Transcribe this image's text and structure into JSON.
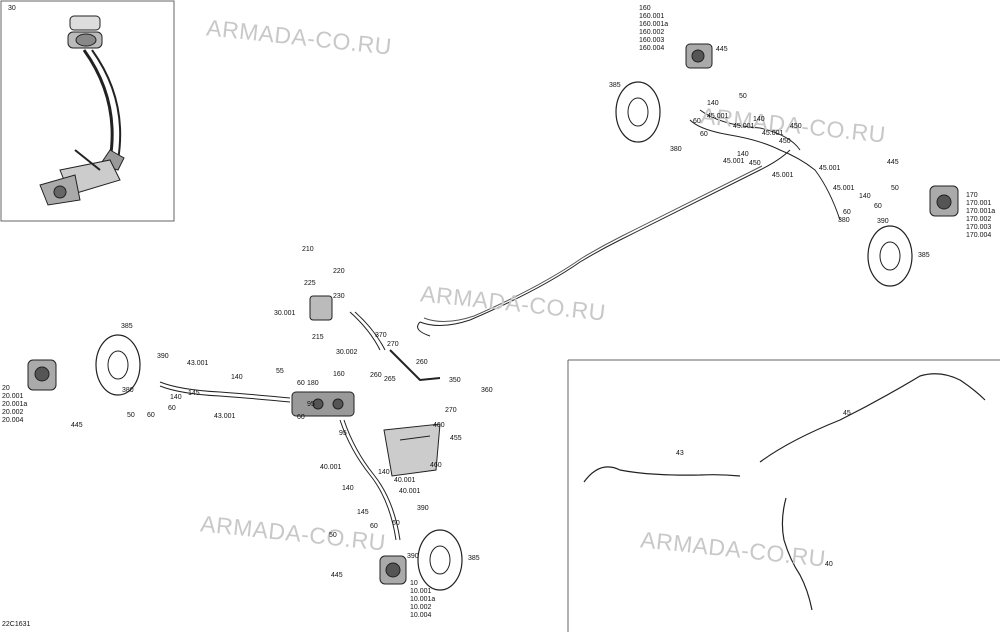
{
  "watermark": "ARMADA-CO.RU",
  "figure_id": "22C1631",
  "inset_top_left_label": "30",
  "labels": {
    "front_left_caliper": [
      "20",
      "20.001",
      "20.001a",
      "20.002",
      "20.004"
    ],
    "front_right_caliper_top": [
      "160",
      "160.001",
      "160.001a",
      "160.002",
      "160.003",
      "160.004"
    ],
    "right_caliper": [
      "170",
      "170.001",
      "170.001a",
      "170.002",
      "170.003",
      "170.004"
    ],
    "rear_caliper": [
      "10",
      "10.001",
      "10.001a",
      "10.002",
      "10.004"
    ],
    "disc": "385",
    "l_445": "445",
    "l_50": "50",
    "l_60": "60",
    "l_140": "140",
    "l_45_001": "45.001",
    "l_450": "450",
    "l_380": "380",
    "l_390": "390",
    "l_43_001": "43.001",
    "l_145": "145",
    "l_55": "55",
    "l_180": "180",
    "l_95": "95",
    "l_210": "210",
    "l_220": "220",
    "l_225": "225",
    "l_230": "230",
    "l_30_001": "30.001",
    "l_215": "215",
    "l_370": "370",
    "l_270": "270",
    "l_30_002": "30.002",
    "l_260": "260",
    "l_265": "265",
    "l_350": "350",
    "l_360": "360",
    "l_460": "460",
    "l_455": "455",
    "l_40_001": "40.001",
    "l_40": "40",
    "l_43": "43",
    "l_45": "45"
  }
}
